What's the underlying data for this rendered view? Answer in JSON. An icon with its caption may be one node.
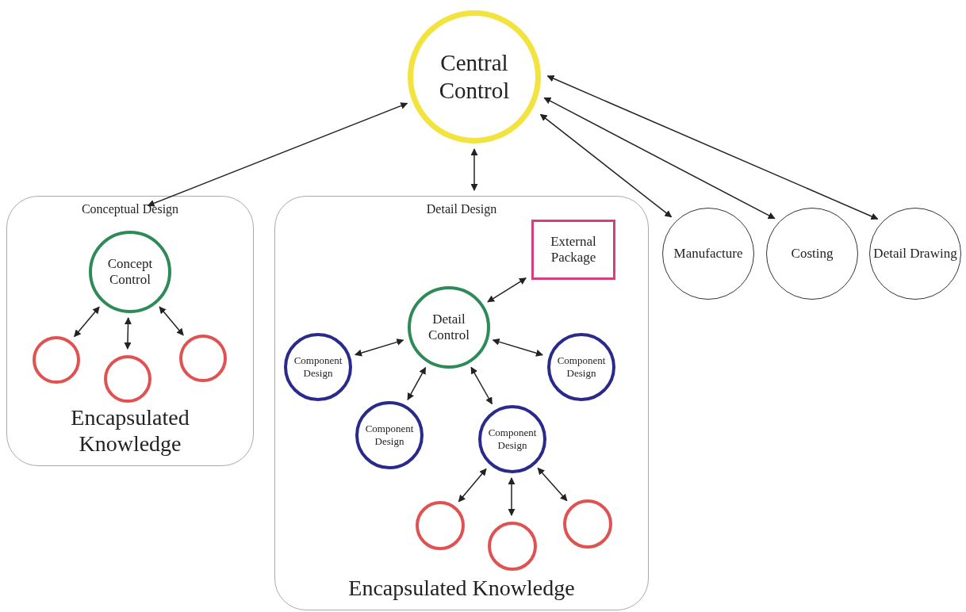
{
  "diagram": {
    "nodes": [
      {
        "text": [
          "Central Control"
        ]
      },
      {
        "text": [
          "Conceptual Design",
          "Encapsulated Knowledge"
        ]
      },
      {
        "text": [
          "Concept Control"
        ],
        "in": 1
      },
      {
        "text": [],
        "shape": "circle",
        "in": 1
      },
      {
        "text": [],
        "shape": "circle",
        "in": 1
      },
      {
        "text": [],
        "shape": "circle",
        "in": 1
      },
      {
        "text": [
          "Detail Design",
          "Encapsulated Knowledge"
        ]
      },
      {
        "text": [
          "External Package"
        ],
        "in": 6
      },
      {
        "text": [
          "Detail Control"
        ],
        "in": 6
      },
      {
        "text": [
          "Component Design"
        ],
        "in": 6
      },
      {
        "text": [
          "Component Design"
        ],
        "in": 6
      },
      {
        "text": [
          "Component Design"
        ],
        "in": 6
      },
      {
        "text": [
          "Component Design"
        ],
        "in": 6
      },
      {
        "text": [],
        "shape": "circle",
        "in": 6
      },
      {
        "text": [],
        "shape": "circle",
        "in": 6
      },
      {
        "text": [],
        "shape": "circle",
        "in": 6
      },
      {
        "text": [
          "Manufacture"
        ]
      },
      {
        "text": [
          "Costing"
        ]
      },
      {
        "text": [
          "Detail Drawing"
        ]
      }
    ],
    "edges": [
      {
        "from": 0,
        "to": 1,
        "arrow": "both"
      },
      {
        "from": 0,
        "to": 6,
        "arrow": "both"
      },
      {
        "from": 0,
        "to": 16,
        "arrow": "both"
      },
      {
        "from": 0,
        "to": 17,
        "arrow": "both"
      },
      {
        "from": 0,
        "to": 18,
        "arrow": "both"
      },
      {
        "from": 2,
        "to": 3,
        "arrow": "both"
      },
      {
        "from": 2,
        "to": 4,
        "arrow": "both"
      },
      {
        "from": 2,
        "to": 5,
        "arrow": "both"
      },
      {
        "from": 8,
        "to": 7,
        "arrow": "both"
      },
      {
        "from": 8,
        "to": 9,
        "arrow": "both"
      },
      {
        "from": 8,
        "to": 10,
        "arrow": "both"
      },
      {
        "from": 8,
        "to": 11,
        "arrow": "both"
      },
      {
        "from": 8,
        "to": 12,
        "arrow": "both"
      },
      {
        "from": 12,
        "to": 13,
        "arrow": "both"
      },
      {
        "from": 12,
        "to": 14,
        "arrow": "both"
      },
      {
        "from": 12,
        "to": 15,
        "arrow": "both"
      }
    ]
  }
}
